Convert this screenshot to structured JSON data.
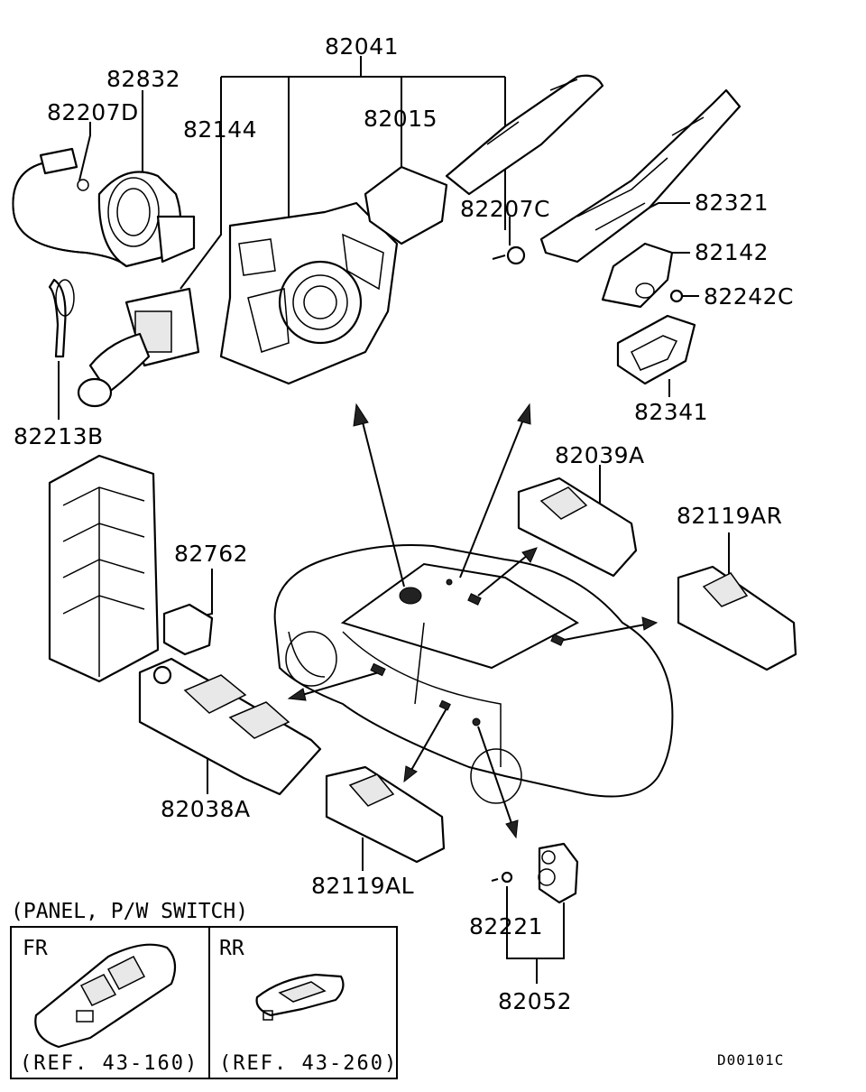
{
  "parts": {
    "p82041": "82041",
    "p82832": "82832",
    "p82207D": "82207D",
    "p82144": "82144",
    "p82015": "82015",
    "p82207C": "82207C",
    "p82321": "82321",
    "p82142": "82142",
    "p82242C": "82242C",
    "p82341": "82341",
    "p82213B": "82213B",
    "p82039A": "82039A",
    "p82119AR": "82119AR",
    "p82762": "82762",
    "p82038A": "82038A",
    "p82119AL": "82119AL",
    "p82221": "82221",
    "p82052": "82052"
  },
  "panel": {
    "title": "(PANEL, P/W SWITCH)",
    "front": {
      "label": "FR",
      "ref": "(REF. 43-160)"
    },
    "rear": {
      "label": "RR",
      "ref": "(REF. 43-260)"
    }
  },
  "drawing_code": "D00101C"
}
